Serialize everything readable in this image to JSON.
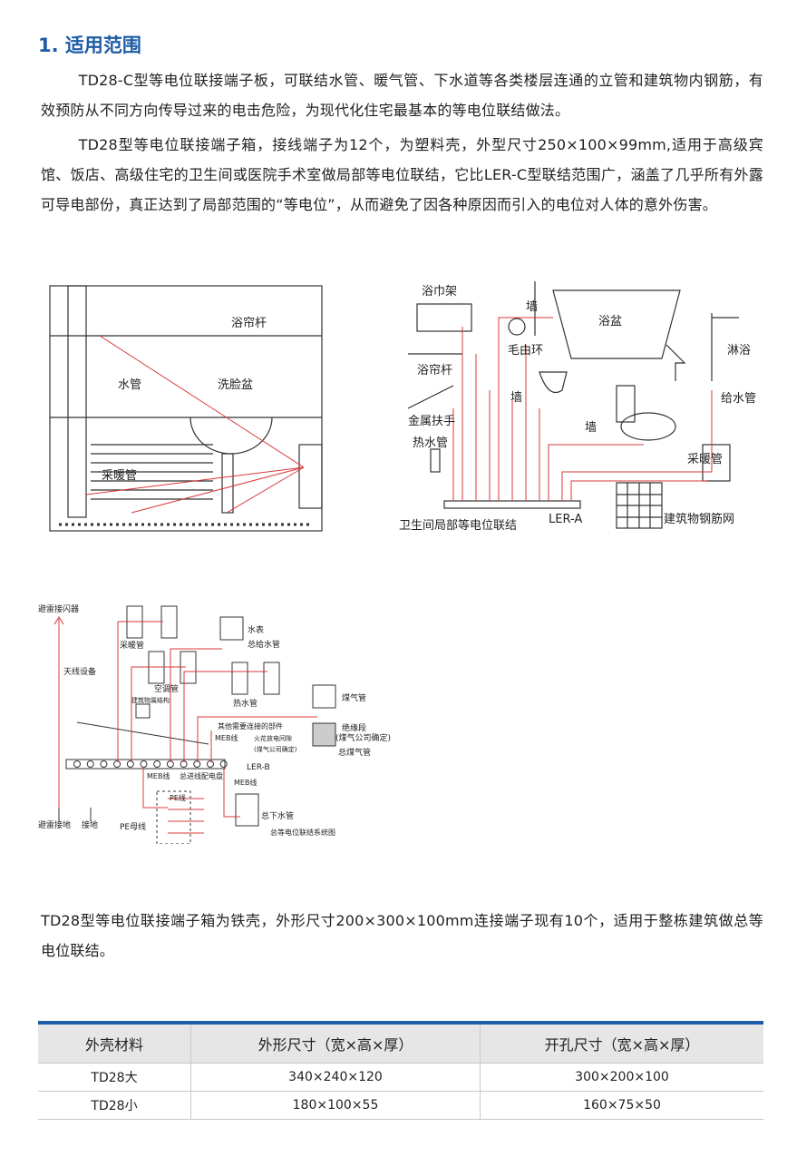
{
  "section_title": "1. 适用范围",
  "paragraphs": [
    "TD28-C型等电位联接端子板，可联结水管、暖气管、下水道等各类楼层连通的立管和建筑物内钢筋，有效预防从不同方向传导过来的电击危险，为现代化住宅最基本的等电位联结做法。",
    "TD28型等电位联接端子箱，接线端子为12个，为塑料壳，外型尺寸250×100×99mm,适用于高级宾馆、饭店、高级住宅的卫生间或医院手术室做局部等电位联结，它比LER-C型联结范围广，涵盖了几乎所有外露可导电部份，真正达到了局部范围的“等电位”，从而避免了因各种原因而引入的电位对人体的意外伤害。",
    "TD28型等电位联接端子箱为铁壳，外形尺寸200×300×100mm连接端子现有10个，适用于整栋建筑做总等电位联结。"
  ],
  "diagram1": {
    "labels": [
      "浴帘杆",
      "水管",
      "洗脸盆",
      "采暖管"
    ]
  },
  "diagram2": {
    "labels": [
      "浴巾架",
      "墙",
      "浴盆",
      "毛由环",
      "浴帘杆",
      "淋浴",
      "墙",
      "给水管",
      "金属扶手",
      "墙",
      "热水管",
      "采暖管",
      "卫生间局部等电位联结",
      "LER-A",
      "建筑物钢筋网"
    ]
  },
  "diagram3": {
    "labels": [
      "避雷接闪器",
      "采暖管",
      "水表",
      "总给水管",
      "天线设备",
      "空调管",
      "建筑物属结构",
      "热水管",
      "煤气管",
      "其他需要连接的部件",
      "MEB线",
      "火花放电间隙",
      "(煤气公司确定)",
      "绝缘段",
      "(煤气公司确定)",
      "总煤气管",
      "LER-B",
      "MEB线",
      "总进线配电盘",
      "MEB线",
      "PE线",
      "避雷接地",
      "接地",
      "PE母线",
      "总下水管",
      "总等电位联结系统图"
    ]
  },
  "table": {
    "headers": [
      "外壳材料",
      "外形尺寸（宽×高×厚）",
      "开孔尺寸（宽×高×厚）"
    ],
    "rows": [
      [
        "TD28大",
        "340×240×120",
        "300×200×100"
      ],
      [
        "TD28小",
        "180×100×55",
        "160×75×50"
      ]
    ]
  },
  "colors": {
    "accent": "#1d5ca6",
    "wire": "#d9383a"
  }
}
